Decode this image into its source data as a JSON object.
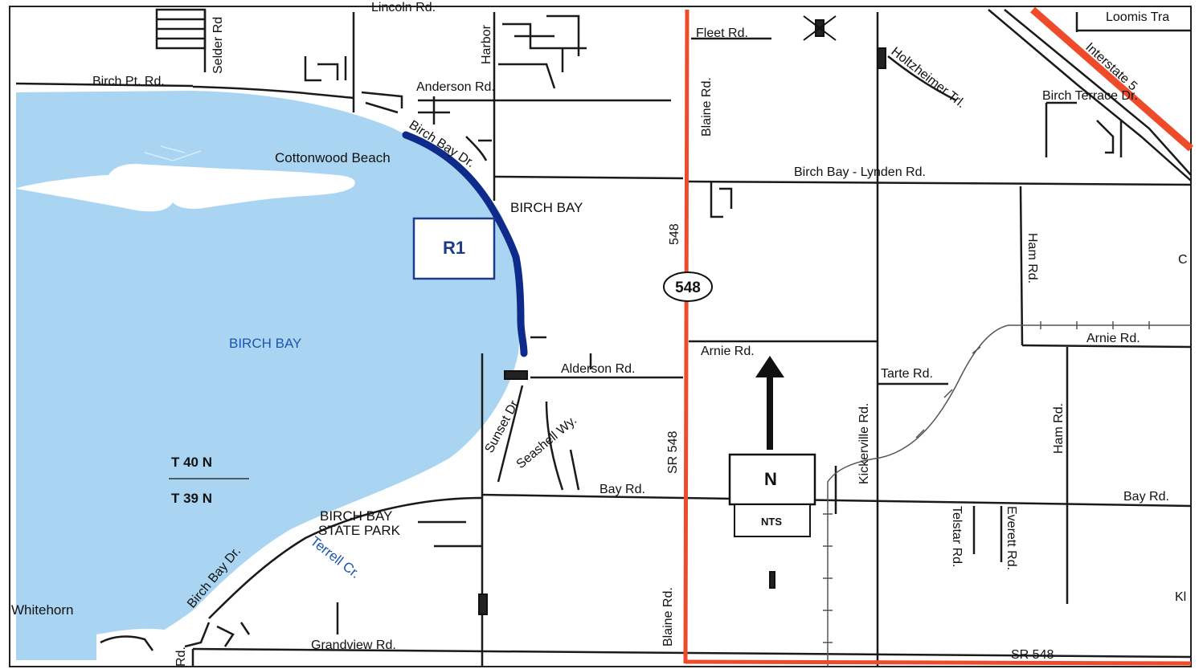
{
  "map": {
    "colors": {
      "water": "#a9d5f2",
      "highway": "#ee4b2b",
      "route": "#0e2a8a",
      "road": "#1a1a1a",
      "water_label": "#1c55b0"
    },
    "route_label": "R1",
    "north": {
      "label": "N",
      "scale_note": "NTS"
    },
    "water_labels": {
      "bay": "BIRCH BAY",
      "creek": "Terrell Cr."
    },
    "places": {
      "cottonwood_beach": "Cottonwood Beach",
      "birch_bay_town": "BIRCH BAY",
      "state_park_1": "BIRCH BAY",
      "state_park_2": "STATE PARK",
      "whitehorn": "Whitehorn"
    },
    "townships": {
      "north": "T 40 N",
      "south": "T 39 N"
    },
    "shield": "548",
    "roads": {
      "lincoln": "Lincoln Rd.",
      "selder": "Selder Rd",
      "harbor": "Harbor",
      "birch_pt": "Birch Pt. Rd.",
      "anderson": "Anderson Rd.",
      "birch_bay_dr_n": "Birch Bay Dr.",
      "fleet": "Fleet Rd.",
      "loomis": "Loomis Tra",
      "interstate": "Interstate 5",
      "holtzheimer": "Holtzheimer Trl.",
      "birch_terrace": "Birch Terrace Dr.",
      "blaine_n": "Blaine Rd.",
      "birch_lynden": "Birch Bay - Lynden Rd.",
      "sr_548_mid": "548",
      "ham_n": "Ham Rd.",
      "partial_c": "C",
      "arnie_w": "Arnie Rd.",
      "arnie_e": "Arnie Rd.",
      "tarte": "Tarte Rd.",
      "alderson": "Alderson Rd.",
      "sunset": "Sunset Dr.",
      "seashell": "Seashell Wy.",
      "sr_548_s": "SR 548",
      "kickerville": "Kickerville Rd.",
      "ham_s": "Ham Rd.",
      "bay_w": "Bay Rd.",
      "bay_e": "Bay Rd.",
      "telstar": "Telstar Rd.",
      "everett": "Everett Rd.",
      "birch_bay_dr_s": "Birch Bay Dr.",
      "grandview": "Grandview Rd.",
      "blaine_s": "Blaine Rd.",
      "sr_548_bottom": "SR 548",
      "partial_kl": "Kl",
      "partial_rd": "Rd."
    }
  }
}
